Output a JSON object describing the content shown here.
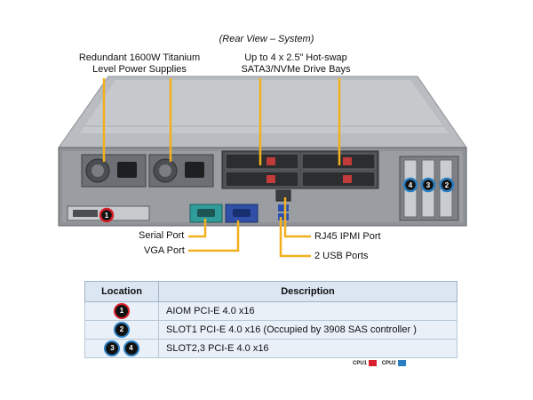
{
  "title": "(Rear View – System)",
  "callouts": {
    "psu_line1": "Redundant  1600W Titanium",
    "psu_line2": "Level Power Supplies",
    "drive_line1": "Up to 4 x 2.5” Hot-swap",
    "drive_line2": "SATA3/NVMe Drive Bays",
    "serial": "Serial Port",
    "vga": "VGA Port",
    "ipmi": "RJ45 IPMI Port",
    "usb": "2 USB Ports"
  },
  "table": {
    "headers": [
      "Location",
      "Description"
    ],
    "rows": [
      {
        "badges": [
          "1"
        ],
        "color": "red",
        "description": "AIOM PCI-E  4.0 x16"
      },
      {
        "badges": [
          "2"
        ],
        "color": "blue",
        "description": "SLOT1 PCI-E 4.0 x16  (Occupied by 3908 SAS controller  )"
      },
      {
        "badges": [
          "3",
          "4"
        ],
        "color": "blue",
        "description": "SLOT2,3 PCI-E  4.0 x16"
      }
    ]
  },
  "legend": {
    "cpu1": "CPU1",
    "cpu2": "CPU2",
    "cpu1_color": "#d8202a",
    "cpu2_color": "#2a7fc4"
  },
  "badge_colors": {
    "red": "#d8202a",
    "blue": "#2a7fc4",
    "callout_line": "#f2b01e"
  }
}
